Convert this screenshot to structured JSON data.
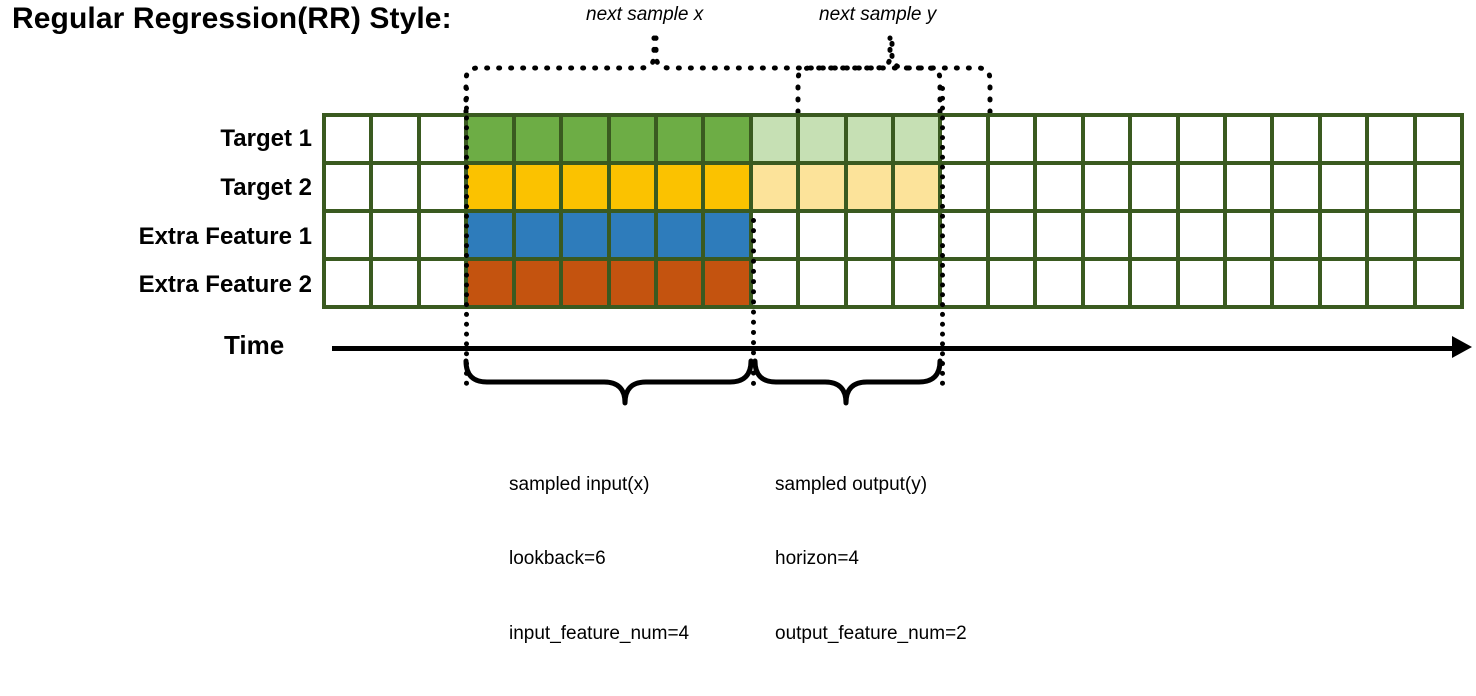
{
  "title": "Regular Regression(RR) Style:",
  "annotations": {
    "top": [
      {
        "name": "next-sample-x",
        "text": "next sample x"
      },
      {
        "name": "next-sample-y",
        "text": "next sample y"
      }
    ]
  },
  "rows": [
    {
      "label": "Target 1",
      "cells": [
        "white",
        "white",
        "white",
        "green",
        "green",
        "green",
        "green",
        "green",
        "green",
        "greenlite",
        "greenlite",
        "greenlite",
        "greenlite",
        "white",
        "white",
        "white",
        "white",
        "white",
        "white",
        "white",
        "white",
        "white",
        "white",
        "white"
      ]
    },
    {
      "label": "Target 2",
      "cells": [
        "white",
        "white",
        "white",
        "yellow",
        "yellow",
        "yellow",
        "yellow",
        "yellow",
        "yellow",
        "yellowlite",
        "yellowlite",
        "yellowlite",
        "yellowlite",
        "white",
        "white",
        "white",
        "white",
        "white",
        "white",
        "white",
        "white",
        "white",
        "white",
        "white"
      ]
    },
    {
      "label": "Extra Feature 1",
      "cells": [
        "white",
        "white",
        "white",
        "blue",
        "blue",
        "blue",
        "blue",
        "blue",
        "blue",
        "white",
        "white",
        "white",
        "white",
        "white",
        "white",
        "white",
        "white",
        "white",
        "white",
        "white",
        "white",
        "white",
        "white",
        "white"
      ]
    },
    {
      "label": "Extra Feature 2",
      "cells": [
        "white",
        "white",
        "white",
        "orange",
        "orange",
        "orange",
        "orange",
        "orange",
        "orange",
        "white",
        "white",
        "white",
        "white",
        "white",
        "white",
        "white",
        "white",
        "white",
        "white",
        "white",
        "white",
        "white",
        "white",
        "white"
      ]
    }
  ],
  "axis": {
    "label": "Time"
  },
  "captions": {
    "input": {
      "line1": "sampled input(x)",
      "line2": "lookback=6",
      "line3": "input_feature_num=4"
    },
    "output": {
      "line1": "sampled output(y)",
      "line2": "horizon=4",
      "line3": "output_feature_num=2"
    }
  },
  "colors": {
    "grid_border": "#3A5A20",
    "green": "#6DAD45",
    "green_light": "#C6E0B4",
    "yellow": "#FBC200",
    "yellow_light": "#FCE39A",
    "blue": "#2E7CBB",
    "orange": "#C4530F",
    "ink": "#000000"
  },
  "params": {
    "columns": 24,
    "lookback": 6,
    "horizon": 4,
    "input_feature_num": 4,
    "output_feature_num": 2
  }
}
